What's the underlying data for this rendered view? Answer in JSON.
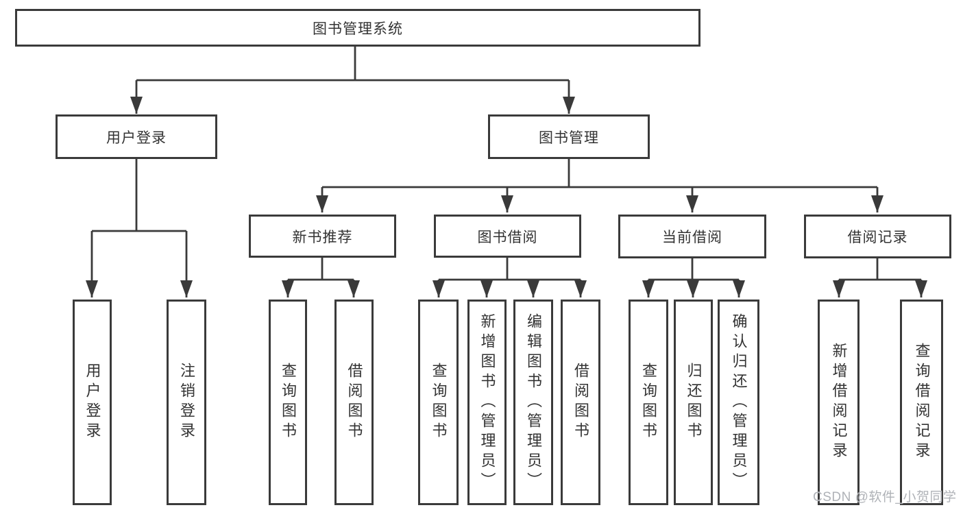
{
  "diagram": {
    "tree": {
      "root": "图书管理系统",
      "children": [
        {
          "label": "用户登录",
          "leaves": [
            "用户登录",
            "注销登录"
          ]
        },
        {
          "label": "图书管理",
          "children": [
            {
              "label": "新书推荐",
              "leaves": [
                "查询图书",
                "借阅图书"
              ]
            },
            {
              "label": "图书借阅",
              "leaves": [
                "查询图书",
                "新增图书（管理员）",
                "编辑图书（管理员）",
                "借阅图书"
              ]
            },
            {
              "label": "当前借阅",
              "leaves": [
                "查询图书",
                "归还图书",
                "确认归还（管理员）"
              ]
            },
            {
              "label": "借阅记录",
              "leaves": [
                "新增借阅记录",
                "查询借阅记录"
              ]
            }
          ]
        }
      ]
    },
    "colors": {
      "line": "#3a3a3a",
      "text": "#333333",
      "box_fill": "#ffffff",
      "background": "#ffffff",
      "watermark": "#afb2b7"
    }
  },
  "watermark": {
    "text": "CSDN @软件_小贺同学"
  }
}
